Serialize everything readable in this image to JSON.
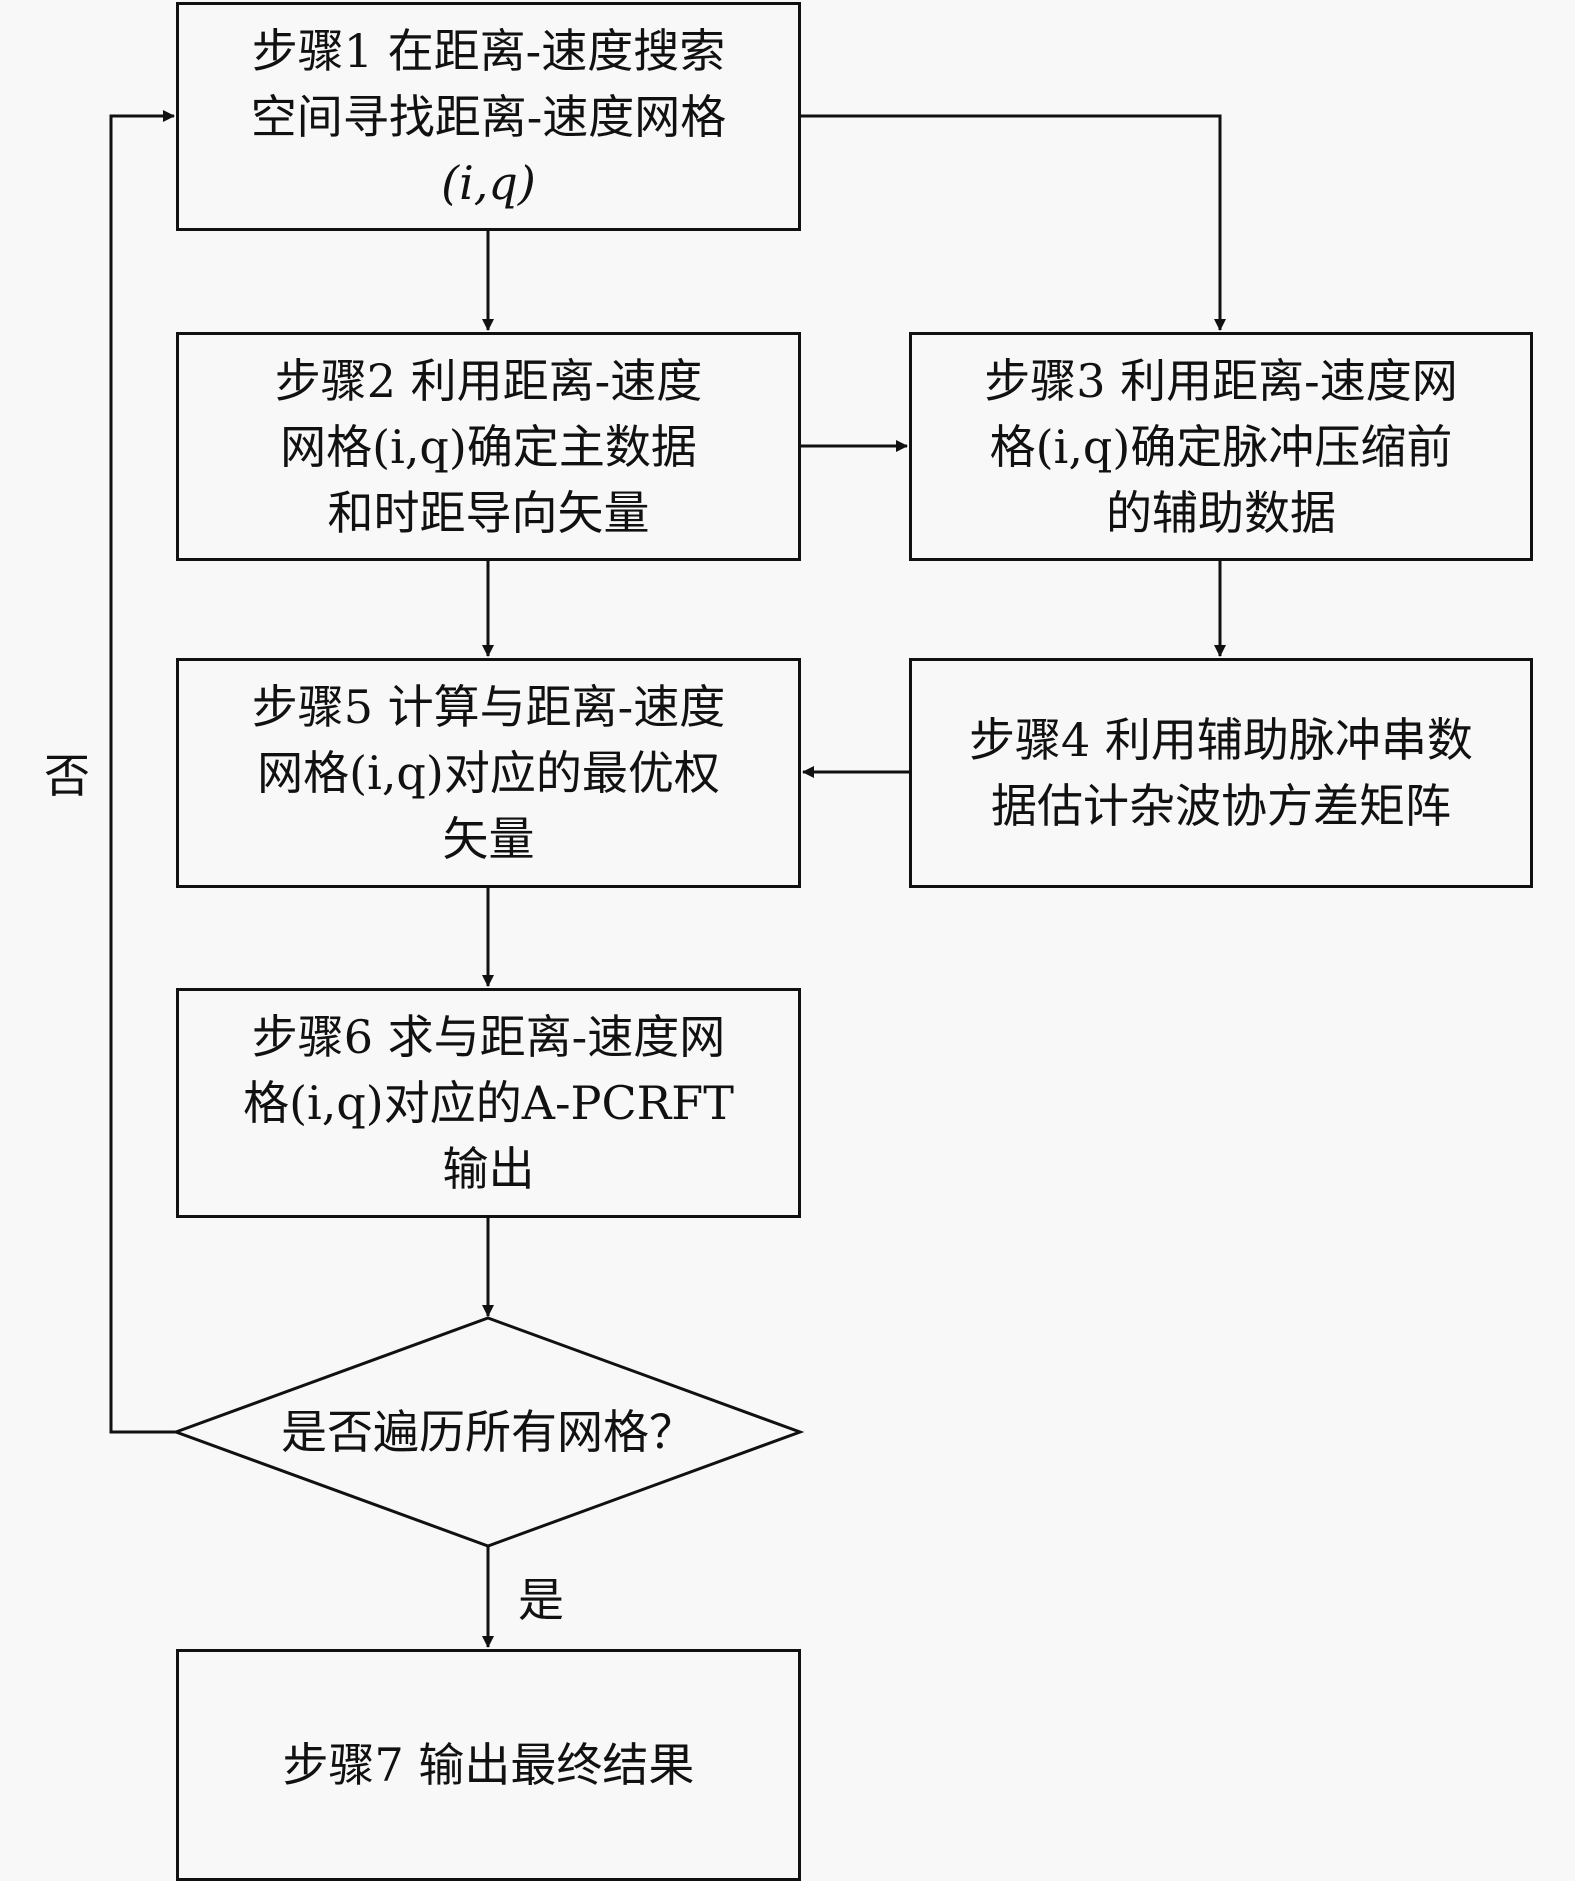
{
  "diagram": {
    "type": "flowchart",
    "nodes": [
      {
        "id": "step1",
        "lines": [
          "步骤1 在距离-速度搜索",
          "空间寻找距离-速度网格",
          "(i,q)"
        ]
      },
      {
        "id": "step2",
        "lines": [
          "步骤2 利用距离-速度",
          "网格(i,q)确定主数据",
          "和时距导向矢量"
        ]
      },
      {
        "id": "step3",
        "lines": [
          "步骤3 利用距离-速度网",
          "格(i,q)确定脉冲压缩前",
          "的辅助数据"
        ]
      },
      {
        "id": "step4",
        "lines": [
          "步骤4 利用辅助脉冲串数",
          "据估计杂波协方差矩阵"
        ]
      },
      {
        "id": "step5",
        "lines": [
          "步骤5 计算与距离-速度",
          "网格(i,q)对应的最优权",
          "矢量"
        ]
      },
      {
        "id": "step6",
        "lines": [
          "步骤6 求与距离-速度网",
          "格(i,q)对应的A-PCRFT",
          "输出"
        ]
      },
      {
        "id": "decision",
        "lines": [
          "是否遍历所有网格？"
        ]
      },
      {
        "id": "step7",
        "lines": [
          "步骤7 输出最终结果"
        ]
      }
    ],
    "edges": [
      {
        "from": "step1",
        "to": "step2"
      },
      {
        "from": "step1",
        "to": "step3"
      },
      {
        "from": "step2",
        "to": "step3"
      },
      {
        "from": "step2",
        "to": "step5"
      },
      {
        "from": "step3",
        "to": "step4"
      },
      {
        "from": "step4",
        "to": "step5"
      },
      {
        "from": "step5",
        "to": "step6"
      },
      {
        "from": "step6",
        "to": "decision"
      },
      {
        "from": "decision",
        "to": "step1",
        "label": "否"
      },
      {
        "from": "decision",
        "to": "step7",
        "label": "是"
      }
    ],
    "edge_labels": {
      "no": "否",
      "yes": "是"
    },
    "colors": {
      "stroke": "#111111",
      "background": "#f8f8f8"
    }
  }
}
